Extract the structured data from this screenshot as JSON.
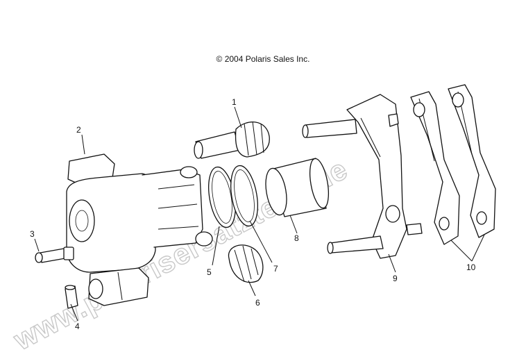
{
  "copyright": "© 2004 Polaris Sales Inc.",
  "watermark": "www.polarisersatzteile.de",
  "callouts": {
    "c1": "1",
    "c2": "2",
    "c3": "3",
    "c4": "4",
    "c5": "5",
    "c6": "6",
    "c7": "7",
    "c8": "8",
    "c9": "9",
    "c10": "10"
  }
}
